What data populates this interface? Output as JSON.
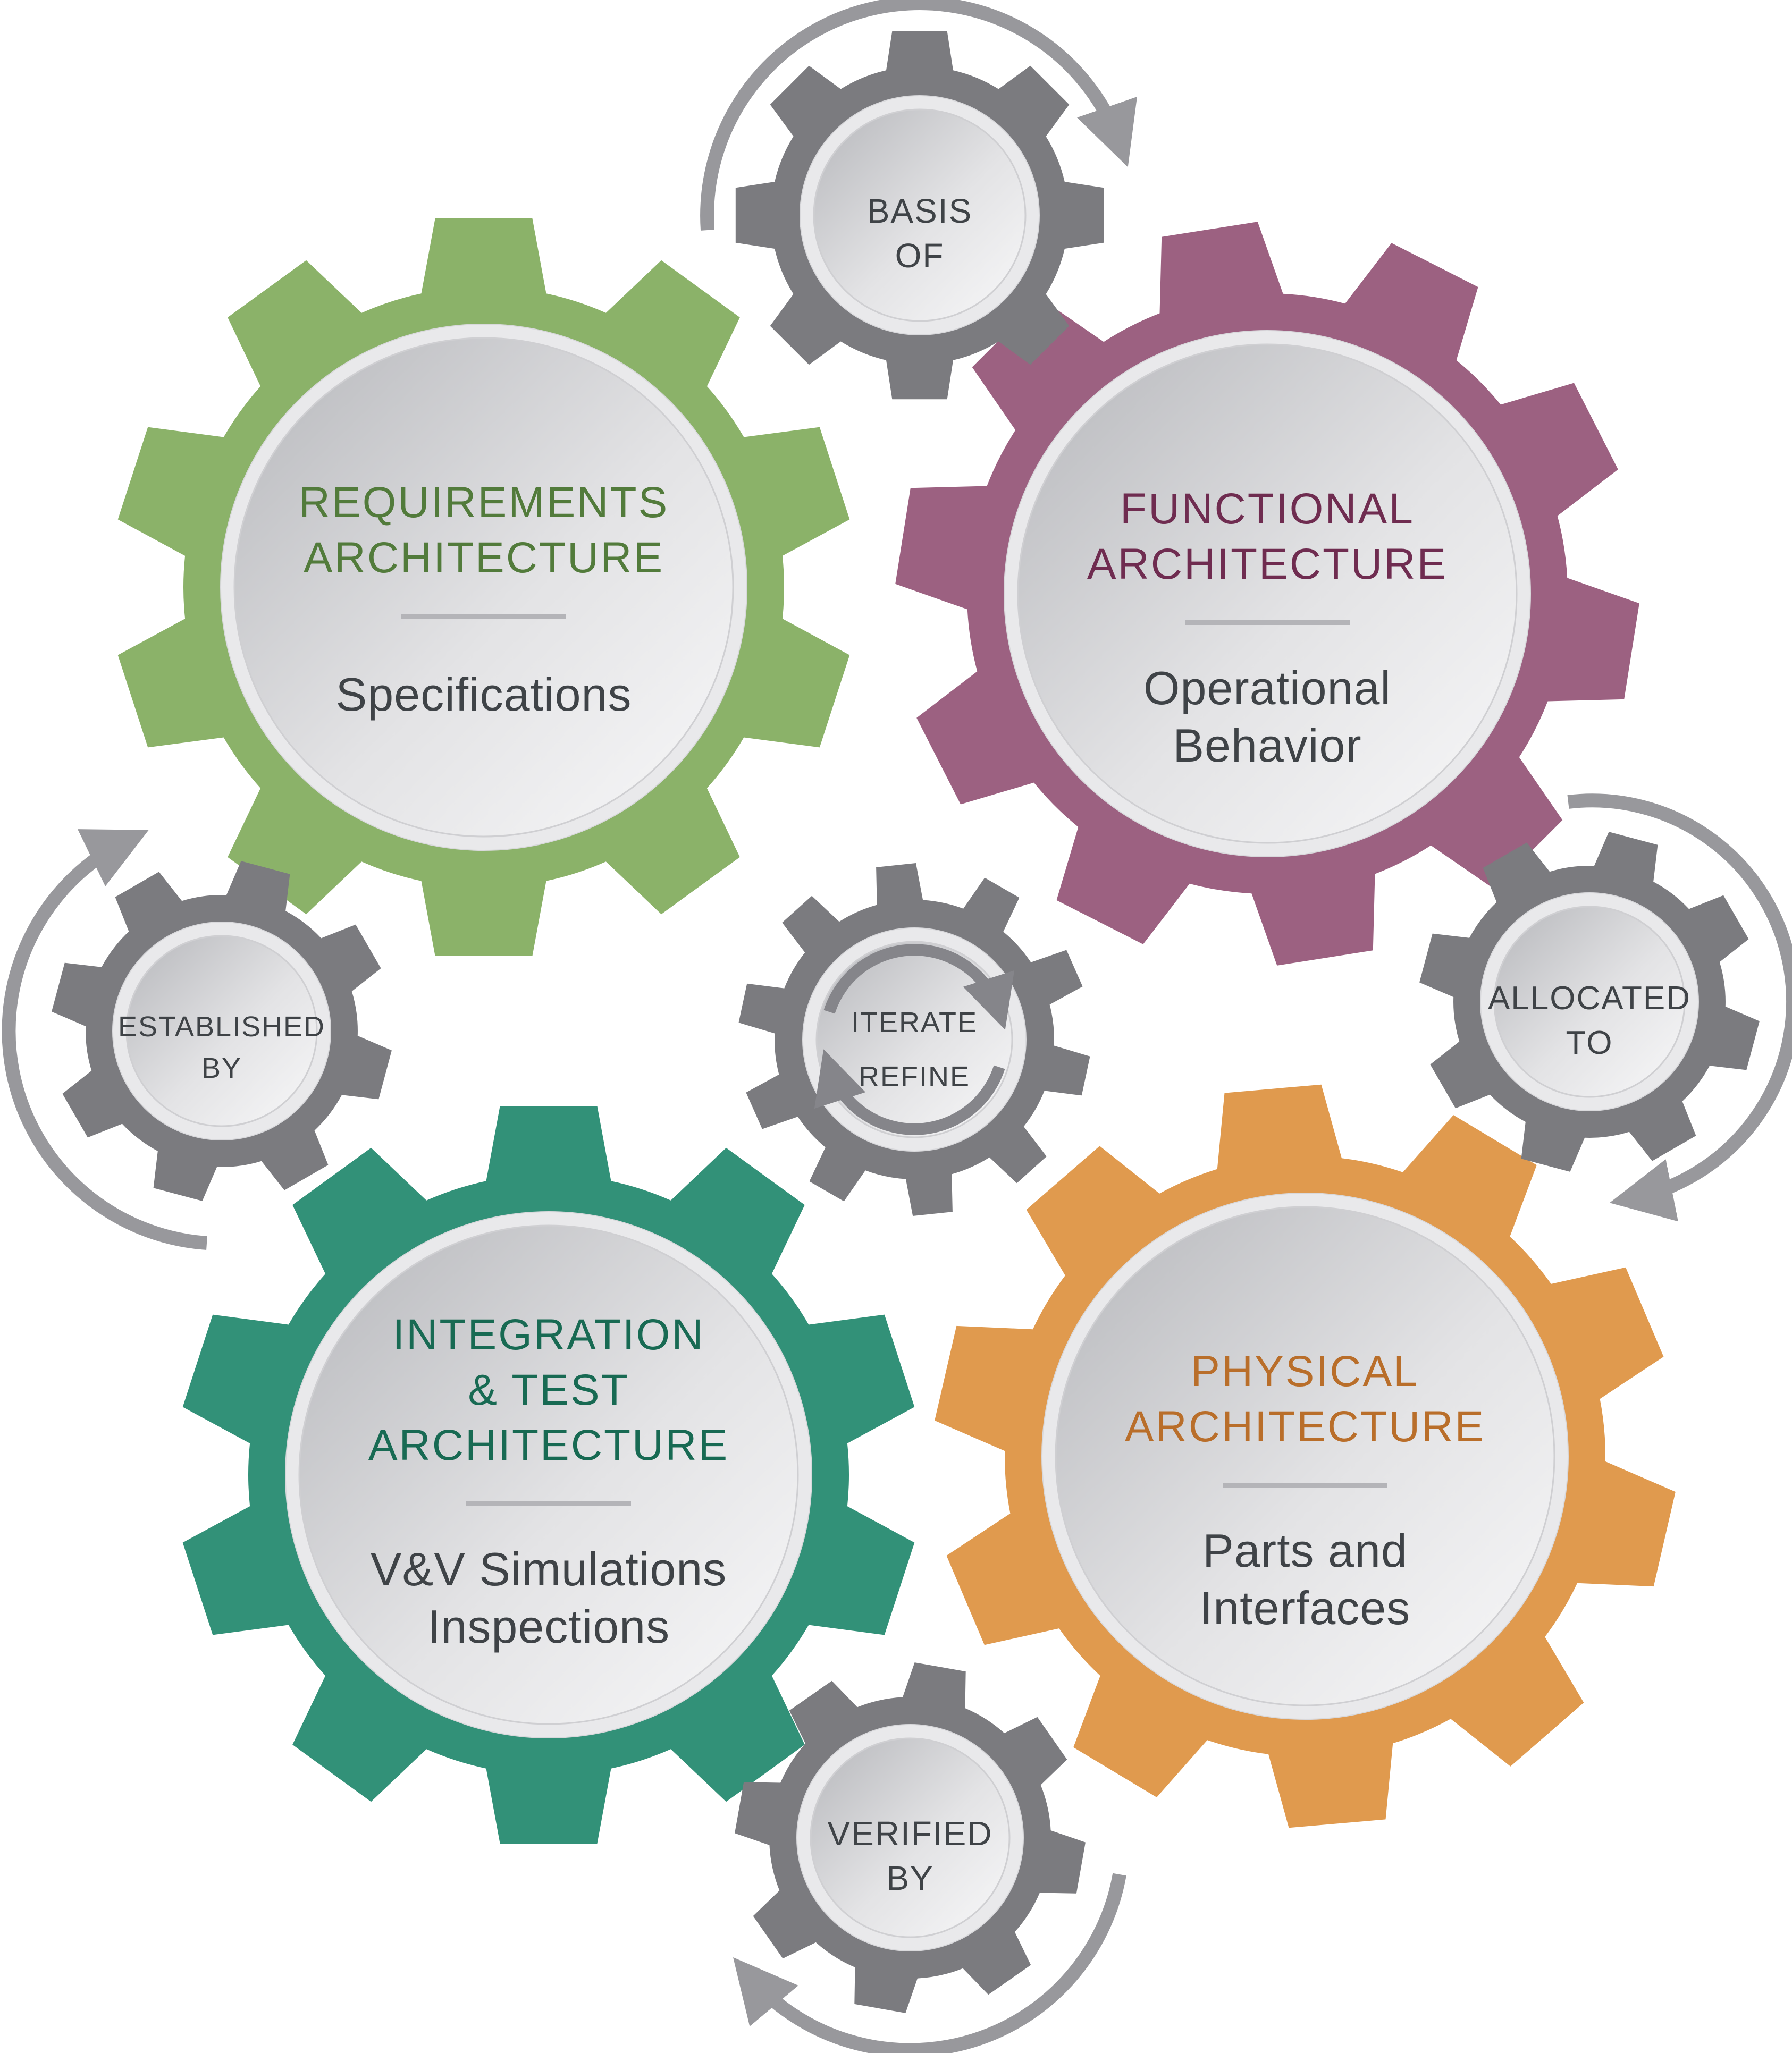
{
  "diagram": {
    "background": "#ffffff",
    "main_gears": [
      {
        "id": "requirements-architecture",
        "title_lines": [
          "REQUIREMENTS",
          "ARCHITECTURE"
        ],
        "subtitle_lines": [
          "Specifications"
        ],
        "gear_color": "#8bb269",
        "title_color": "#527b3b"
      },
      {
        "id": "functional-architecture",
        "title_lines": [
          "FUNCTIONAL",
          "ARCHITECTURE"
        ],
        "subtitle_lines": [
          "Operational",
          "Behavior"
        ],
        "gear_color": "#9c6181",
        "title_color": "#6f2c50"
      },
      {
        "id": "integration-test-architecture",
        "title_lines": [
          "INTEGRATION",
          "& TEST",
          "ARCHITECTURE"
        ],
        "subtitle_lines": [
          "V&V Simulations",
          "Inspections"
        ],
        "gear_color": "#329178",
        "title_color": "#186a53"
      },
      {
        "id": "physical-architecture",
        "title_lines": [
          "PHYSICAL",
          "ARCHITECTURE"
        ],
        "subtitle_lines": [
          "Parts and",
          "Interfaces"
        ],
        "gear_color": "#e09a4e",
        "title_color": "#b96e2a"
      }
    ],
    "connector_gears": [
      {
        "id": "basis-of",
        "label_lines": [
          "BASIS",
          "OF"
        ]
      },
      {
        "id": "allocated-to",
        "label_lines": [
          "ALLOCATED",
          "TO"
        ]
      },
      {
        "id": "verified-by",
        "label_lines": [
          "VERIFIED",
          "BY"
        ]
      },
      {
        "id": "established-by",
        "label_lines": [
          "ESTABLISHED",
          "BY"
        ]
      },
      {
        "id": "iterate-refine",
        "label_lines": [
          "ITERATE",
          "REFINE"
        ]
      }
    ],
    "styles": {
      "connector_gear_color": "#7b7b7f",
      "label_text_color": "#3f4347",
      "subtitle_text_color": "#3f4347",
      "divider_color": "#b4b4b8",
      "arrow_color": "#98989c",
      "inner_arrow_color": "#85858a",
      "disc_gradient_start": "#b6b7bb",
      "disc_gradient_end": "#f8f8f9",
      "disc_rim_color": "#e9e9eb",
      "disc_edge_color": "#cfcfd2"
    }
  }
}
